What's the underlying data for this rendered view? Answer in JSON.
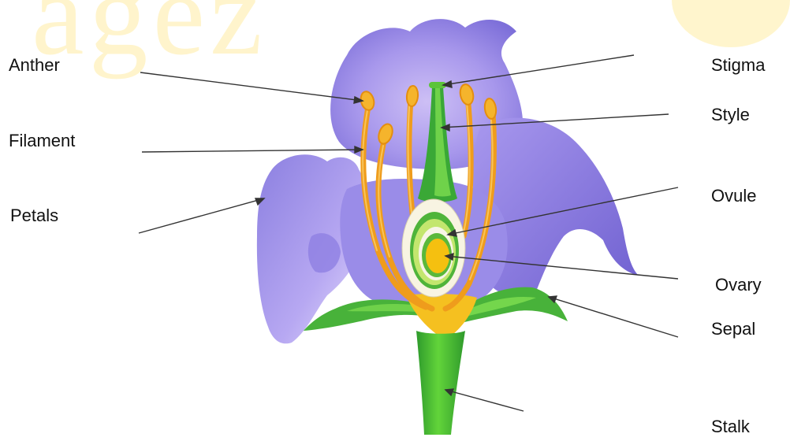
{
  "watermark": {
    "text": "agez"
  },
  "labels": {
    "anther": "Anther",
    "filament": "Filament",
    "petals": "Petals",
    "stigma": "Stigma",
    "style": "Style",
    "ovule": "Ovule",
    "ovary": "Ovary",
    "sepal": "Sepal",
    "stalk": "Stalk"
  },
  "colors": {
    "petal_dark": "#7b6fd8",
    "petal_light": "#b9a9f0",
    "stamen": "#f0a020",
    "anther": "#f5b830",
    "pistil_green": "#3fae3a",
    "stalk_green": "#52c22e",
    "sepal_green": "#49b43a",
    "ovary_yellow": "#f5c012",
    "pointer_line": "#333333"
  }
}
